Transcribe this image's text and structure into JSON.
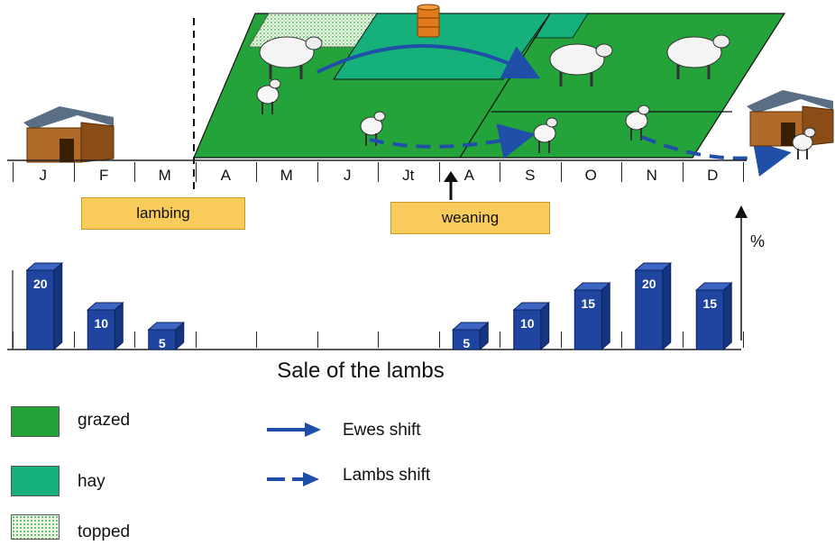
{
  "timeline": {
    "months": [
      "J",
      "F",
      "M",
      "A",
      "M",
      "J",
      "Jt",
      "A",
      "S",
      "O",
      "N",
      "D"
    ]
  },
  "events": {
    "lambing": "lambing",
    "weaning": "weaning"
  },
  "axis": {
    "unit": "%"
  },
  "chart_data": {
    "type": "bar",
    "title": "Sale of the lambs",
    "ylabel": "%",
    "categories": [
      "J",
      "F",
      "M",
      "A",
      "M",
      "J",
      "Jt",
      "A",
      "S",
      "O",
      "N",
      "D"
    ],
    "values": [
      20,
      10,
      5,
      null,
      null,
      null,
      null,
      5,
      10,
      15,
      20,
      15
    ],
    "bar_color": "#1f45a0"
  },
  "legend": {
    "grazed": {
      "label": "grazed",
      "color": "#24a33a"
    },
    "hay": {
      "label": "hay",
      "color": "#16b07c"
    },
    "topped": {
      "label": "topped",
      "color": "#d6f0d0"
    },
    "ewes_shift": "Ewes shift",
    "lambs_shift": "Lambs shift"
  },
  "colors": {
    "arrow": "#1f4fa8",
    "barrel": "#e07a1a"
  }
}
